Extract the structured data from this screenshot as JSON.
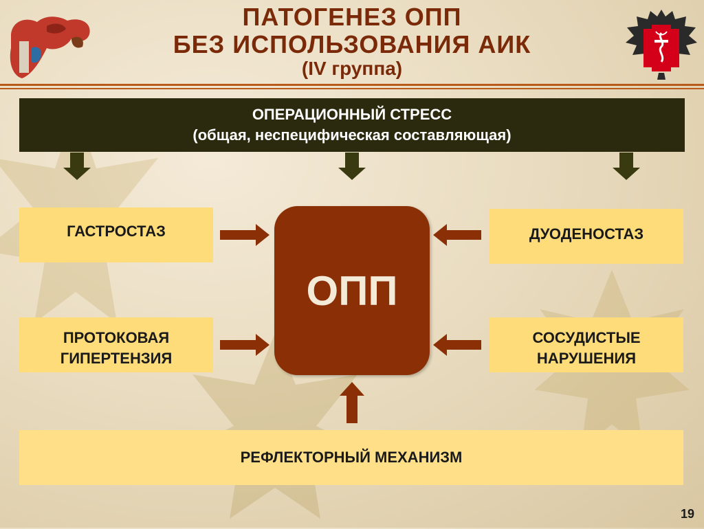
{
  "title": {
    "line1": "ПАТОГЕНЕЗ  ОПП",
    "line2": "БЕЗ  ИСПОЛЬЗОВАНИЯ  АИК",
    "line3": "(IV  группа)"
  },
  "stress": {
    "line1": "ОПЕРАЦИОННЫЙ СТРЕСС",
    "line2": "(общая, неспецифическая составляющая)"
  },
  "factors": {
    "gastrostasis": "ГАСТРОСТАЗ",
    "duodenostasis": "ДУОДЕНОСТАЗ",
    "ductal_line1": "ПРОТОКОВАЯ",
    "ductal_line2": "ГИПЕРТЕНЗИЯ",
    "vascular_line1": "СОСУДИСТЫЕ",
    "vascular_line2": "НАРУШЕНИЯ"
  },
  "center_label": "ОПП",
  "reflex": "РЕФЛЕКТОРНЫЙ МЕХАНИЗМ",
  "page_number": "19",
  "icons": {
    "left_logo": "anatomy-organs-icon",
    "right_logo": "double-headed-eagle-medical-emblem-icon"
  },
  "colors": {
    "title": "#7a2a08",
    "stress_bg": "#2c2a0e",
    "factor_box": "#ffdc7a",
    "center_box": "#8a2f06",
    "arrow_brown": "#8a2f06",
    "arrow_dark": "#3a3a10"
  }
}
